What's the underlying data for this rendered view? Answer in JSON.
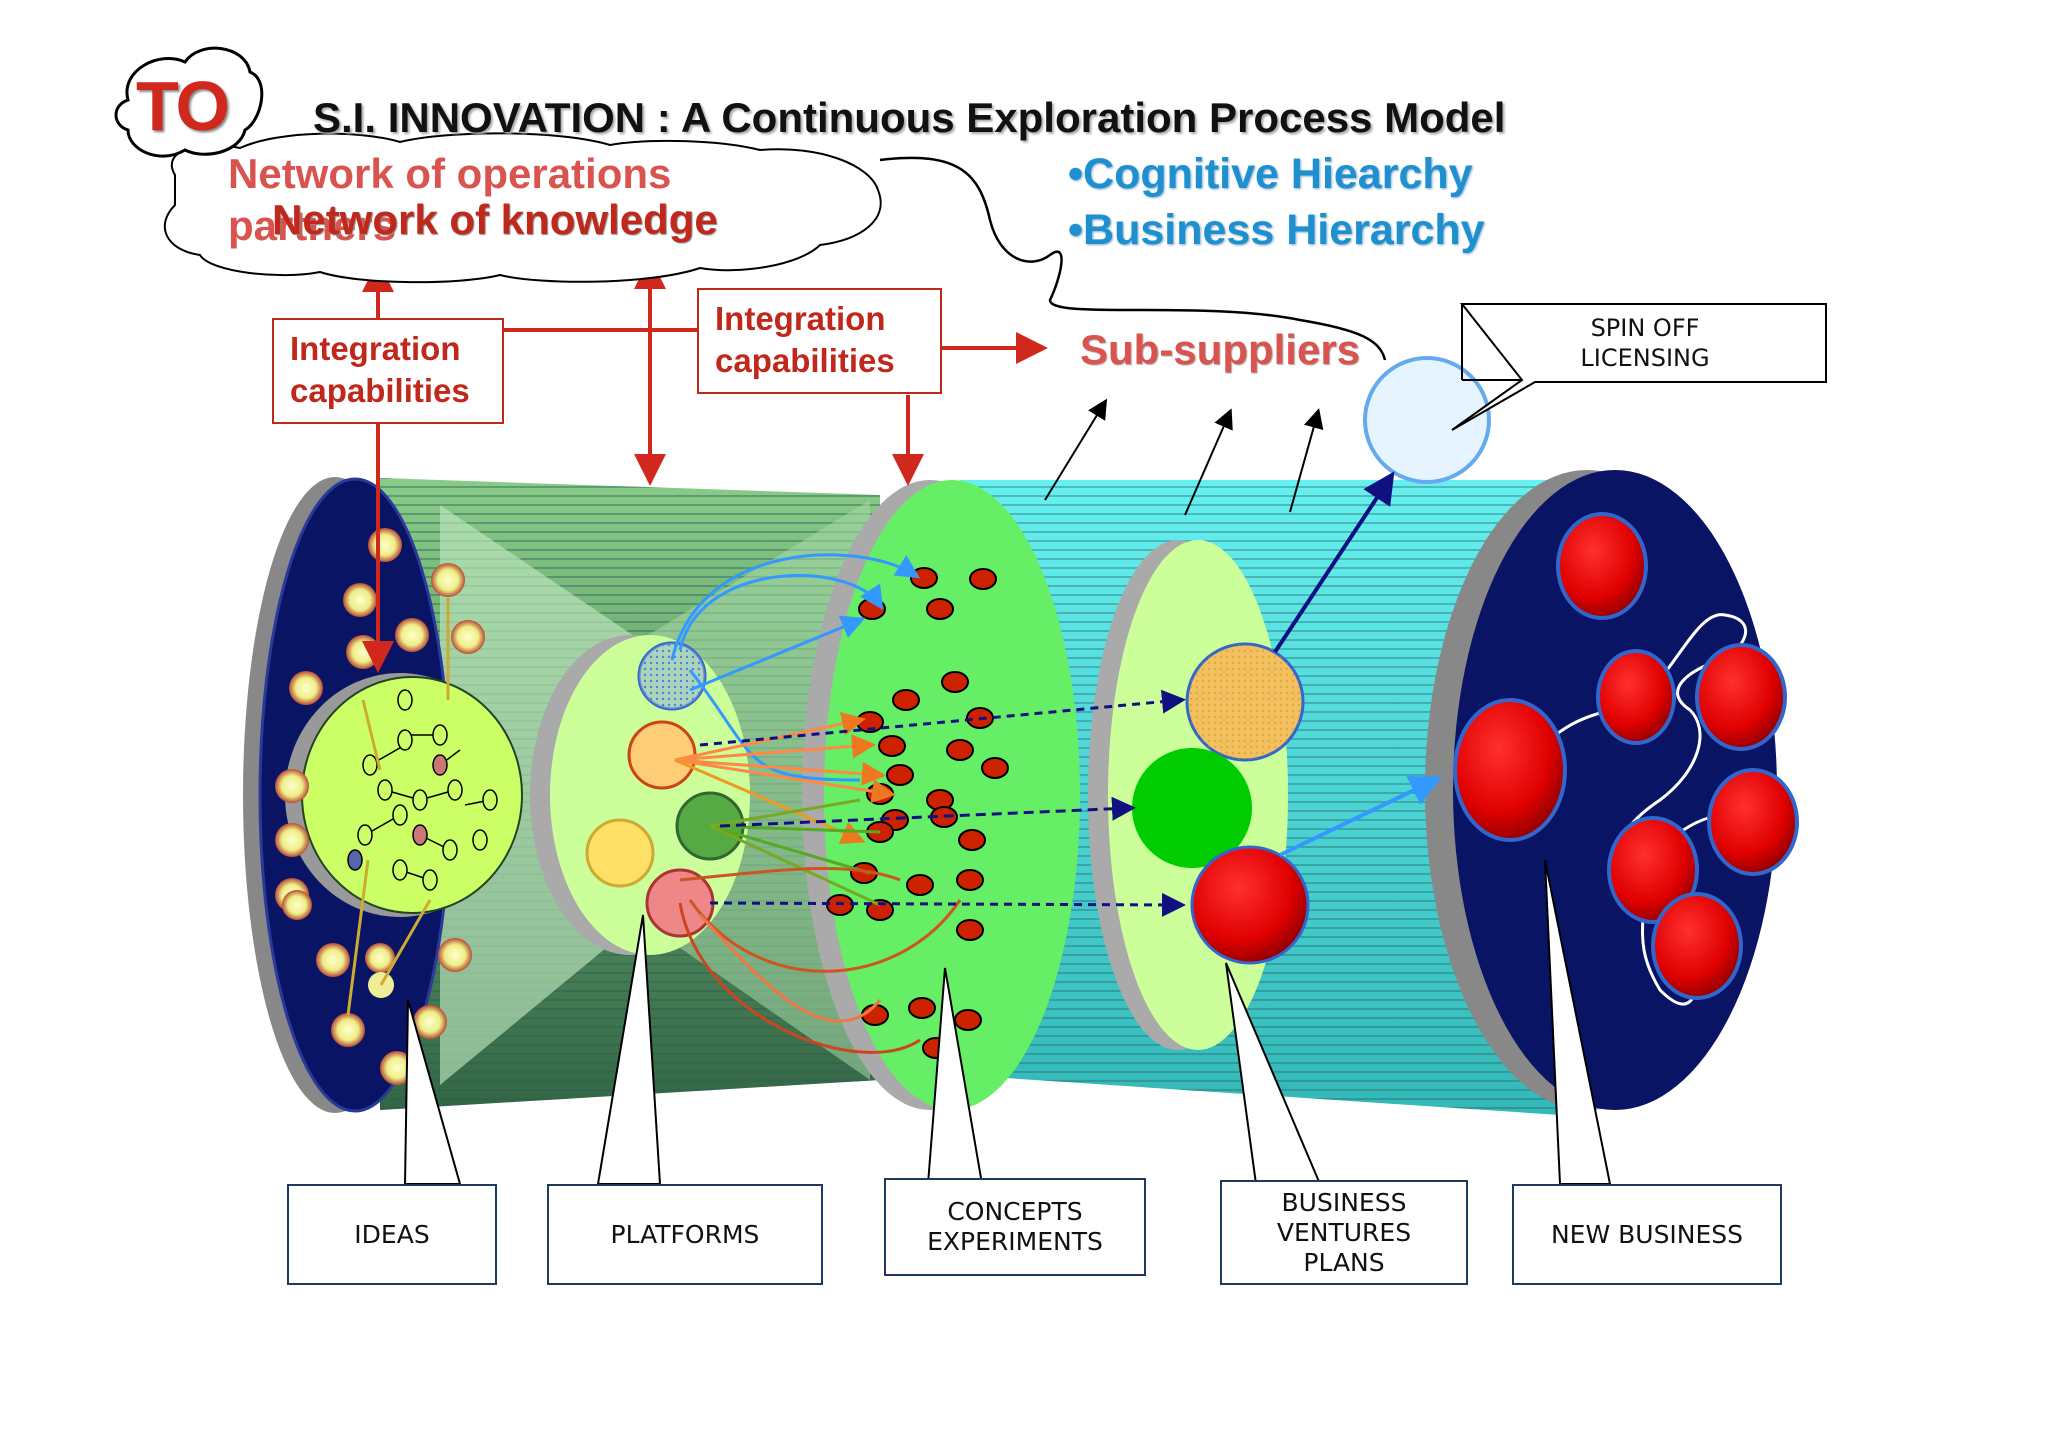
{
  "logo": {
    "text": "TO"
  },
  "title": "S.I. INNOVATION : A Continuous Exploration Process Model",
  "cloud": {
    "line1": "Network of operations",
    "line2": "partners",
    "overlay": "Network of knowledge"
  },
  "hierarchy": [
    "•Cognitive Hiearchy",
    "•Business Hierarchy"
  ],
  "integration_left": "Integration\ncapabilities",
  "integration_mid": "Integration\ncapabilities",
  "sub_suppliers": "Sub-suppliers",
  "spin_off": "SPIN OFF\nLICENSING",
  "stage_labels": [
    {
      "key": "ideas",
      "text": "IDEAS"
    },
    {
      "key": "platforms",
      "text": "PLATFORMS"
    },
    {
      "key": "concepts",
      "text": "CONCEPTS\nEXPERIMENTS"
    },
    {
      "key": "business",
      "text": "BUSINESS\nVENTURES\nPLANS"
    },
    {
      "key": "new_business",
      "text": "NEW BUSINESS"
    }
  ],
  "colors": {
    "navy": "#0a1464",
    "red": "#c0281c",
    "salmon": "#d9534f",
    "blue_text": "#1e90d0",
    "green": "#66ee66",
    "light_green": "#ccff99",
    "cyan": "#66e0e0"
  }
}
